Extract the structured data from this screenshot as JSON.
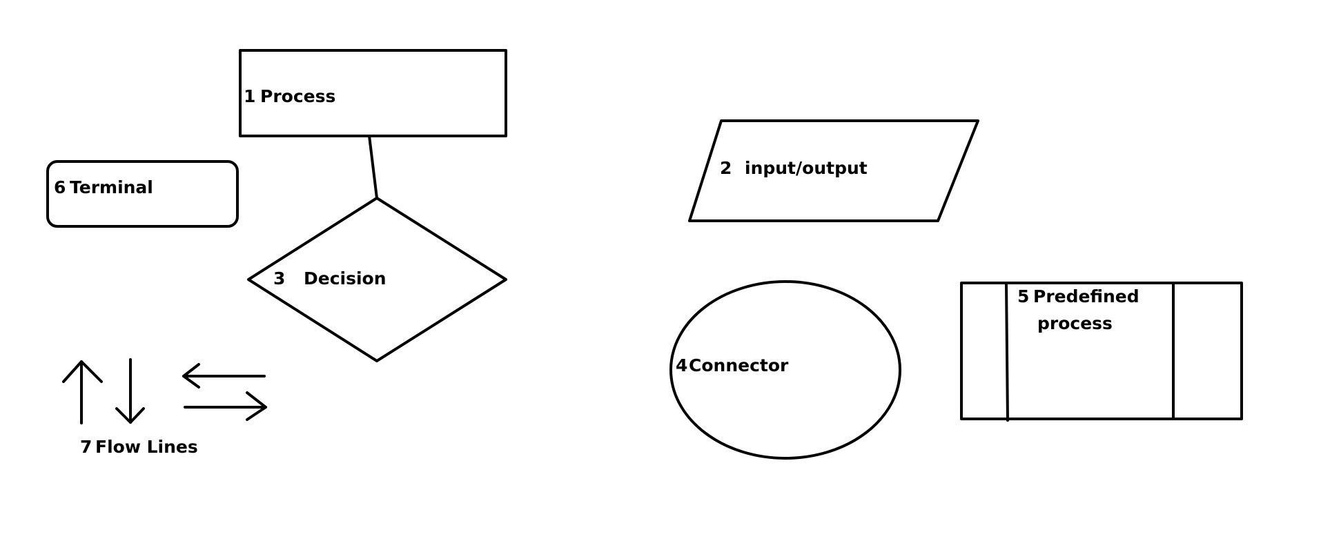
{
  "colors": {
    "background": "#ffffff",
    "stroke": "#000000",
    "text": "#000000"
  },
  "labels": {
    "process": {
      "num": "1",
      "text": "Process"
    },
    "io": {
      "num": "2",
      "text": "input/output"
    },
    "decision": {
      "num": "3",
      "text": "Decision"
    },
    "connector": {
      "num": "4",
      "text": "Connector"
    },
    "predefined": {
      "num": "5",
      "text": "Predefined",
      "text2": "process"
    },
    "terminal": {
      "num": "6",
      "text": "Terminal"
    },
    "flowlines": {
      "num": "7",
      "text": "Flow Lines"
    }
  }
}
